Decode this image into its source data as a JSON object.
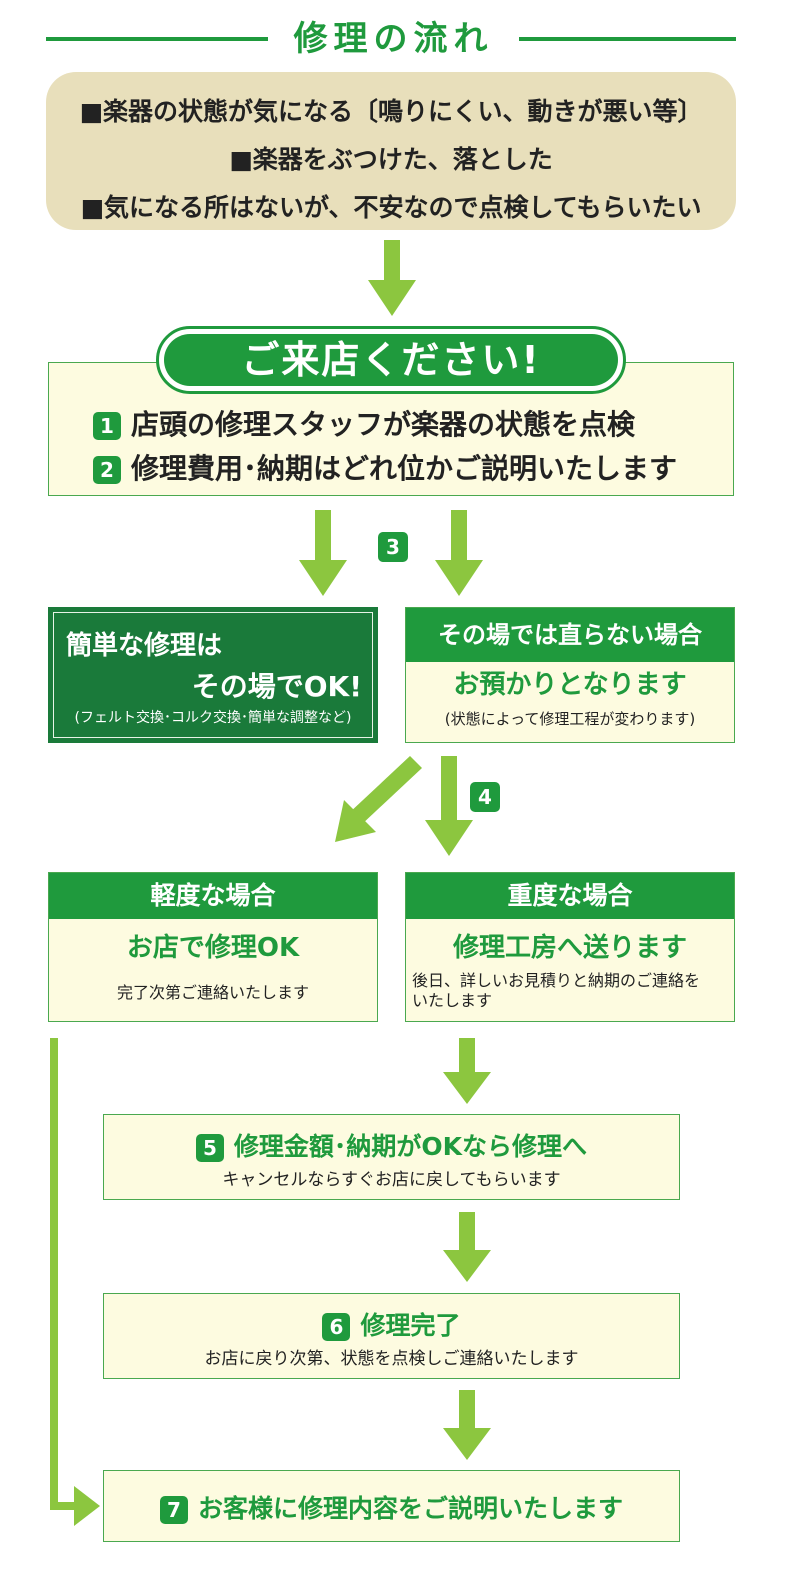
{
  "title": "修理の流れ",
  "concerns": [
    "■楽器の状態が気になる〔鳴りにくい、動きが悪い等〕",
    "■楽器をぶつけた、落とした",
    "■気になる所はないが、不安なので点検してもらいたい"
  ],
  "visit": {
    "heading": "ご来店ください!",
    "steps": [
      {
        "num": "1",
        "text": "店頭の修理スタッフが楽器の状態を点検"
      },
      {
        "num": "2",
        "text": "修理費用･納期はどれ位かご説明いたします"
      }
    ]
  },
  "step3": "3",
  "simple": {
    "line1": "簡単な修理は",
    "line2": "その場でOK!",
    "note": "(フェルト交換･コルク交換･簡単な調整など)"
  },
  "not_fixed": {
    "header": "その場では直らない場合",
    "title": "お預かりとなります",
    "note": "(状態によって修理工程が変わります)"
  },
  "step4": "4",
  "light": {
    "header": "軽度な場合",
    "title": "お店で修理OK",
    "note": "完了次第ご連絡いたします"
  },
  "heavy": {
    "header": "重度な場合",
    "title": "修理工房へ送ります",
    "note": "後日、詳しいお見積りと納期のご連絡をいたします"
  },
  "step5": {
    "num": "5",
    "title": "修理金額･納期がOKなら修理へ",
    "note": "キャンセルならすぐお店に戻してもらいます"
  },
  "step6": {
    "num": "6",
    "title": "修理完了",
    "note": "お店に戻り次第、状態を点検しご連絡いたします"
  },
  "step7": {
    "num": "7",
    "title": "お客様に修理内容をご説明いたします"
  },
  "colors": {
    "green": "#1f9a3d",
    "light_green": "#8cc63f",
    "tan": "#e8dfbb",
    "cream": "#fdfbe0"
  }
}
